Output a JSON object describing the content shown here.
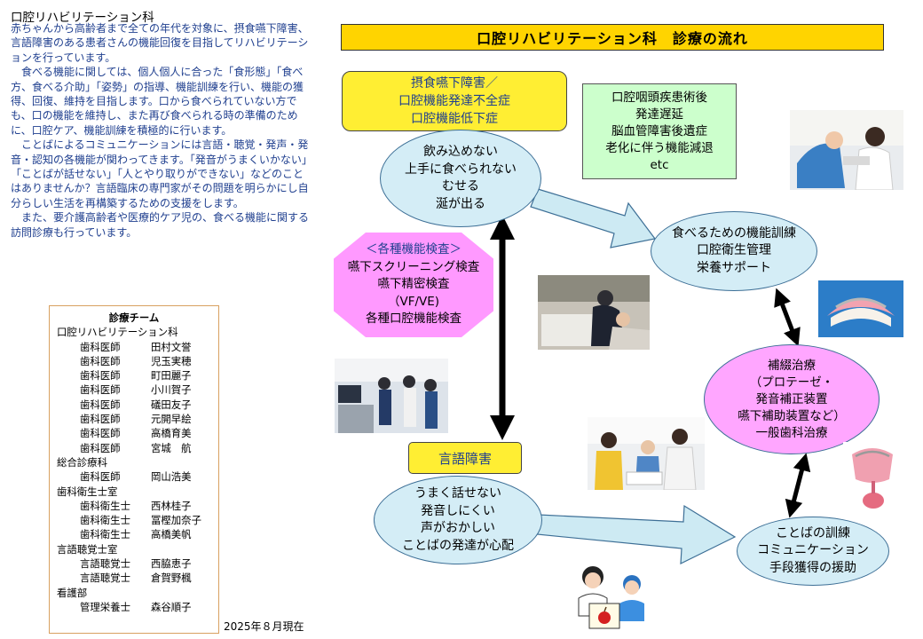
{
  "intro": {
    "heading": "口腔リハビリテーション科",
    "paragraphs": [
      "赤ちゃんから高齢者まで全ての年代を対象に、摂食嚥下障害、言語障害のある患者さんの機能回復を目指してリハビリテーションを行っています。",
      "食べる機能に関しては、個人個人に合った「食形態」「食べ方、食べる介助」「姿勢」の指導、機能訓練を行い、機能の獲得、回復、維持を目指します。口から食べられていない方でも、口の機能を維持し、また再び食べられる時の準備のために、口腔ケア、機能訓練を積極的に行います。",
      "ことばによるコミュニケーションには言語・聴覚・発声・発音・認知の各機能が関わってきます。「発音がうまくいかない」「ことばが話せない」「人とやり取りができない」などのことはありませんか？言語臨床の専門家がその問題を明らかにし自分らしい生活を再構築するための支援をします。",
      "また、要介護高齢者や医療的ケア児の、食べる機能に関する訪問診療も行っています。"
    ]
  },
  "team": {
    "title": "診療チーム",
    "groups": [
      {
        "dept": "口腔リハビリテーション科",
        "members": [
          {
            "role": "歯科医師",
            "name": "田村文誉"
          },
          {
            "role": "歯科医師",
            "name": "児玉実穂"
          },
          {
            "role": "歯科医師",
            "name": "町田麗子"
          },
          {
            "role": "歯科医師",
            "name": "小川賀子"
          },
          {
            "role": "歯科医師",
            "name": "礒田友子"
          },
          {
            "role": "歯科医師",
            "name": "元開早絵"
          },
          {
            "role": "歯科医師",
            "name": "高橋育美"
          },
          {
            "role": "歯科医師",
            "name": "宮城　航"
          }
        ]
      },
      {
        "dept": "総合診療科",
        "members": [
          {
            "role": "歯科医師",
            "name": "岡山浩美"
          }
        ]
      },
      {
        "dept": "歯科衛生士室",
        "members": [
          {
            "role": "歯科衛生士",
            "name": "西林桂子"
          },
          {
            "role": "歯科衛生士",
            "name": "冨樫加奈子"
          },
          {
            "role": "歯科衛生士",
            "name": "高橋美帆"
          }
        ]
      },
      {
        "dept": "言語聴覚士室",
        "members": [
          {
            "role": "言語聴覚士",
            "name": "西脇恵子"
          },
          {
            "role": "言語聴覚士",
            "name": "倉賀野楓"
          }
        ]
      },
      {
        "dept": "看護部",
        "members": [
          {
            "role": "管理栄養士",
            "name": "森谷順子"
          }
        ]
      }
    ]
  },
  "as_of": "2025年８月現在",
  "flow": {
    "title": "口腔リハビリテーション科　診療の流れ",
    "swallow_label": [
      "摂食嚥下障害／",
      "口腔機能発達不全症",
      "口腔機能低下症"
    ],
    "swallow_symptoms": [
      "飲み込めない",
      "上手に食べられない",
      "むせる",
      "涎が出る"
    ],
    "causes": [
      "口腔咽頭疾患術後",
      "発達遅延",
      "脳血管障害後遺症",
      "老化に伴う機能減退",
      "etc"
    ],
    "exams": [
      "＜各種機能検査＞",
      "嚥下スクリーニング検査",
      "嚥下精密検査",
      "（VF/VE)",
      "各種口腔機能検査"
    ],
    "training": [
      "食べるための機能訓練",
      "口腔衛生管理",
      "栄養サポート"
    ],
    "prosthetics": [
      "補綴治療",
      "（プロテーゼ・",
      "発音補正装置",
      "嚥下補助装置など）",
      "一般歯科治療"
    ],
    "speech_label": "言語障害",
    "speech_symptoms": [
      "うまく話せない",
      "発音しにくい",
      "声がおかしい",
      "ことばの発達が心配"
    ],
    "speech_training": [
      "ことばの訓練",
      "コミュニケーション",
      "手段獲得の援助"
    ]
  },
  "colors": {
    "title_bar": "#ffd400",
    "label_yellow": "#ffee33",
    "ellipse_blue": "#d4edf6",
    "pink": "#ff99ff",
    "causes_green": "#ccffcc",
    "intro_text": "#1f3f8f"
  }
}
